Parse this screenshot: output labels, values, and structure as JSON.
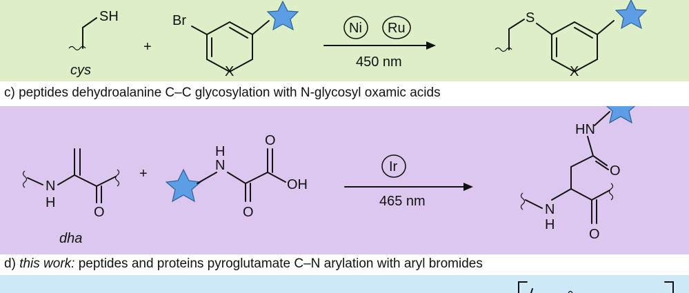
{
  "panel_b": {
    "thiol_label": "SH",
    "cys_label": "cys",
    "plus": "+",
    "bromo_label": "Br",
    "ring_x_label": "X",
    "catalyst_ni": "Ni",
    "catalyst_ru": "Ru",
    "condition": "450 nm",
    "product_s_label": "S",
    "product_x_label": "X"
  },
  "panel_c": {
    "caption": "c) peptides dehydroalanine C–C glycosylation with N-glycosyl oxamic acids",
    "nh_label": "N",
    "h_label": "H",
    "o_label": "O",
    "dha_label": "dha",
    "plus": "+",
    "oxamic_n_label": "N",
    "oxamic_h_label": "H",
    "oxamic_o_top": "O",
    "oxamic_o_bottom": "O",
    "oxamic_oh": "OH",
    "catalyst_ir": "Ir",
    "condition": "465 nm",
    "product_hn": "HN",
    "product_o_amide": "O",
    "product_n": "N",
    "product_h": "H",
    "product_o": "O"
  },
  "panel_d": {
    "caption_italic": "this work:",
    "caption_prefix": "d) ",
    "caption_rest": " peptides and proteins pyroglutamate C–N arylation with aryl bromides"
  },
  "colors": {
    "panel_b_bg": "#dcefc6",
    "panel_c_bg": "#dcc7ef",
    "panel_d_bg": "#cde8f6",
    "star_fill": "#5b9ee6"
  }
}
